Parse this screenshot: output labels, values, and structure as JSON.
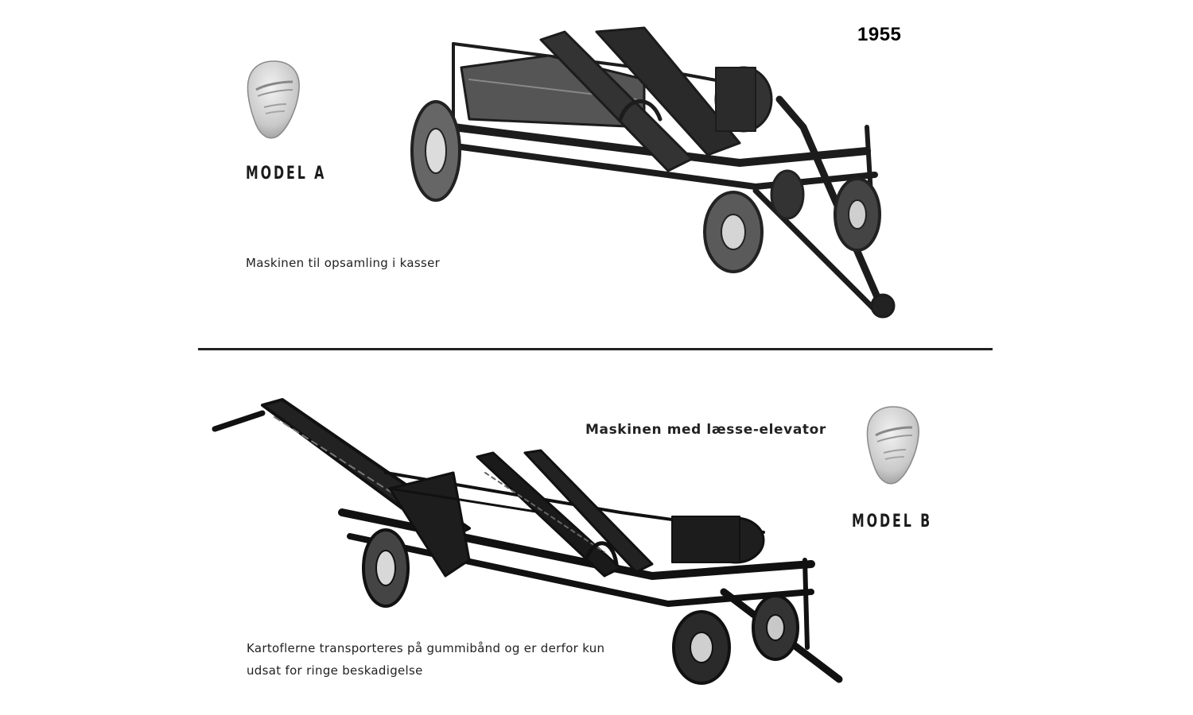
{
  "year": "1955",
  "model_a": {
    "label": "MODEL A",
    "caption": "Maskinen til opsamling i kasser"
  },
  "model_b": {
    "label": "MODEL B",
    "heading": "Maskinen med læsse-elevator",
    "caption_line1": "Kartoflerne transporteres på gummibånd og er derfor kun",
    "caption_line2": "udsat for ringe beskadigelse"
  },
  "colors": {
    "ink": "#1b1b1b",
    "paper": "#ffffff",
    "emblem": "#cfcfcf"
  },
  "icons": {
    "emblem": "potato-logo-emblem",
    "machine_a": "potato-harvester-model-a-illustration",
    "machine_b": "potato-harvester-model-b-illustration"
  }
}
